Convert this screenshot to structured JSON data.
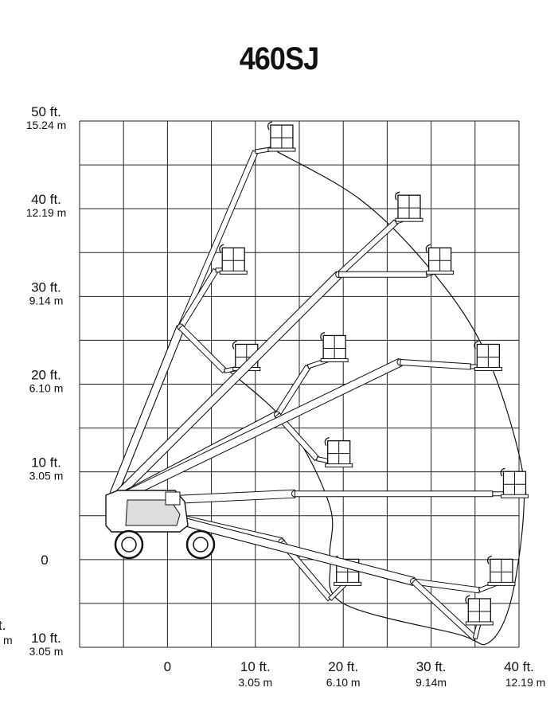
{
  "title": "460SJ",
  "chart_data": {
    "type": "reach-envelope",
    "title": "460SJ",
    "y_ticks": [
      {
        "value": 50,
        "ft": "50 ft.",
        "m": "15.24 m"
      },
      {
        "value": 40,
        "ft": "40 ft.",
        "m": "12.19 m"
      },
      {
        "value": 30,
        "ft": "30 ft.",
        "m": "9.14 m"
      },
      {
        "value": 20,
        "ft": "20 ft.",
        "m": "6.10 m"
      },
      {
        "value": 10,
        "ft": "10 ft.",
        "m": "3.05 m"
      },
      {
        "value": 0,
        "ft": "0",
        "m": ""
      },
      {
        "value": -10,
        "ft": "10 ft.",
        "m": "3.05 m"
      }
    ],
    "x_ticks": [
      {
        "value": 0,
        "ft": "0",
        "m": ""
      },
      {
        "value": 10,
        "ft": "10 ft.",
        "m": "3.05 m"
      },
      {
        "value": 20,
        "ft": "20 ft.",
        "m": "6.10 m"
      },
      {
        "value": 30,
        "ft": "30 ft.",
        "m": "9.14m"
      },
      {
        "value": 40,
        "ft": "40 ft.",
        "m": "12.19 m"
      }
    ],
    "clipped_left_label": {
      "ft": "t.",
      "m": "m"
    },
    "xlim": [
      -10,
      40
    ],
    "ylim": [
      -10,
      50
    ],
    "grid": true,
    "grid_step": 5,
    "envelope": [
      [
        12.5,
        46.5
      ],
      [
        22,
        41
      ],
      [
        30,
        33
      ],
      [
        36,
        24
      ],
      [
        40,
        12
      ],
      [
        40.5,
        5
      ],
      [
        39,
        -5
      ],
      [
        36.5,
        -9.5
      ],
      [
        33,
        -8.5
      ],
      [
        20,
        -5
      ],
      [
        18.5,
        0
      ],
      [
        18.5,
        6
      ],
      [
        14,
        15
      ],
      [
        7,
        21.5
      ],
      [
        6.5,
        21.5
      ]
    ],
    "pivot": [
      -6.5,
      6.5
    ],
    "booms": [
      {
        "knee": [
          1.5,
          26.5
        ],
        "mid": [
          10,
          46.5
        ],
        "platform": [
          13,
          47
        ]
      },
      {
        "knee": [
          1.5,
          26.5
        ],
        "mid": [
          5.5,
          33
        ],
        "platform": [
          7.5,
          33
        ]
      },
      {
        "knee": [
          1.5,
          26.5
        ],
        "mid": [
          6.5,
          21.5
        ],
        "platform": [
          9,
          22
        ]
      },
      {
        "knee": [
          19.5,
          32.5
        ],
        "mid": [
          26,
          38.5
        ],
        "platform": [
          27.5,
          39
        ]
      },
      {
        "knee": [
          19.5,
          32.5
        ],
        "mid": [
          29.5,
          32.5
        ],
        "platform": [
          31,
          33
        ]
      },
      {
        "knee": [
          12.5,
          16.5
        ],
        "mid": [
          16,
          22
        ],
        "platform": [
          19,
          23
        ]
      },
      {
        "knee": [
          12.5,
          16.5
        ],
        "mid": [
          17,
          11.5
        ],
        "platform": [
          19.5,
          11
        ]
      },
      {
        "knee": [
          26.5,
          22.5
        ],
        "mid": [
          34.5,
          22
        ],
        "platform": [
          36.5,
          22
        ]
      },
      {
        "knee": [
          14.5,
          7.5
        ],
        "mid": [
          37,
          7.5
        ],
        "platform": [
          39.5,
          7.5
        ]
      },
      {
        "knee": [
          13,
          2
        ],
        "mid": [
          18.5,
          -4.5
        ],
        "platform": [
          20.5,
          -2.5
        ]
      },
      {
        "knee": [
          28,
          -2.5
        ],
        "mid": [
          35.5,
          -3.5
        ],
        "platform": [
          38,
          -2.5
        ]
      },
      {
        "knee": [
          28,
          -2.5
        ],
        "mid": [
          35,
          -9
        ],
        "platform": [
          35.5,
          -7
        ]
      }
    ]
  }
}
